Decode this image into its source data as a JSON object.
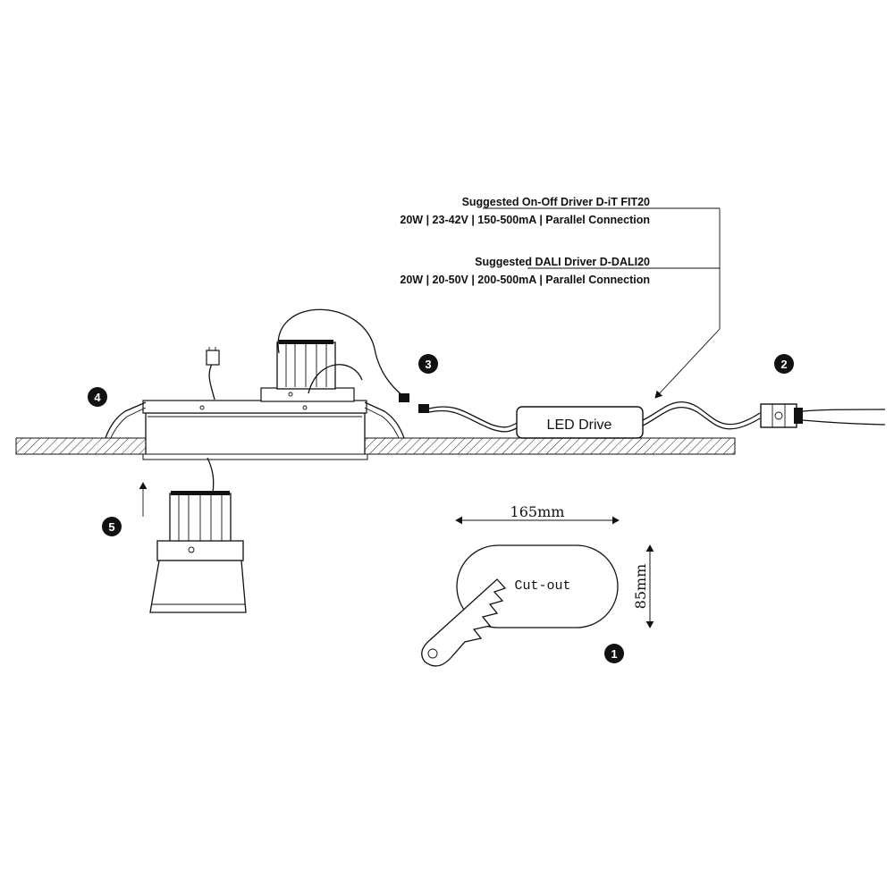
{
  "labels": {
    "onoff_title": "Suggested On-Off Driver D-iT FIT20",
    "onoff_spec": "20W | 23-42V | 150-500mA | Parallel Connection",
    "dali_title": "Suggested DALI Driver D-DALI20",
    "dali_spec": "20W | 20-50V | 200-500mA | Parallel Connection",
    "driver_box": "LED Drive",
    "width_dim": "165mm",
    "height_dim": "85mm",
    "cutout": "Cut-out"
  },
  "steps": [
    "1",
    "2",
    "3",
    "4",
    "5"
  ],
  "colors": {
    "line": "#111111",
    "badge": "#111111",
    "hatch": "#222222"
  }
}
